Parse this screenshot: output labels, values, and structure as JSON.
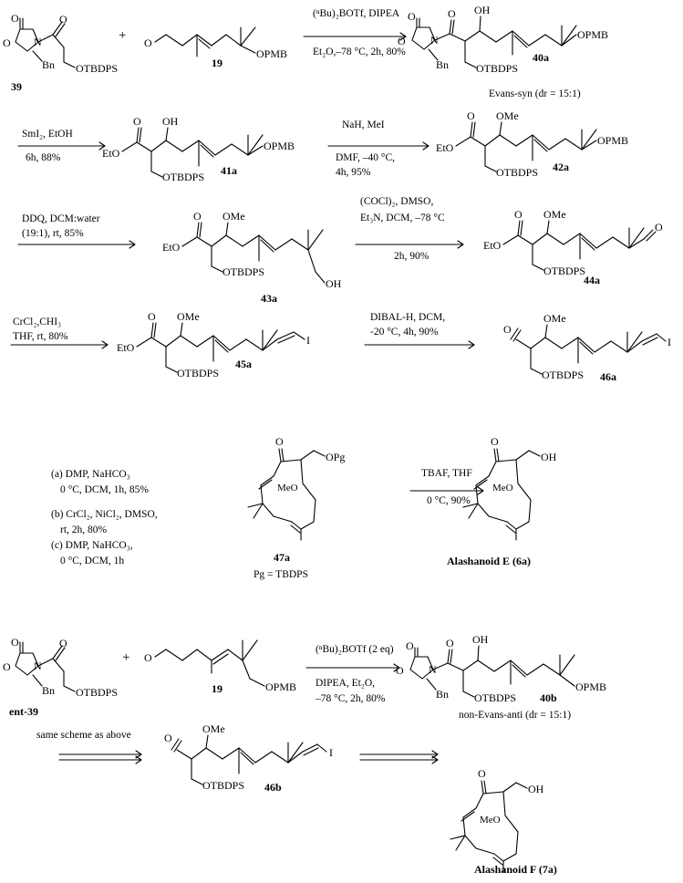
{
  "atoms": {
    "O": "O",
    "N": "N",
    "OH": "OH",
    "OMe": "OMe",
    "MeO": "MeO",
    "Bn": "Bn",
    "OPMB": "OPMB",
    "OTBDPS": "OTBDPS",
    "EtO": "EtO",
    "I": "I",
    "OPg": "OPg"
  },
  "compounds": {
    "c39": "39",
    "c19": "19",
    "c40a": "40a",
    "c41a": "41a",
    "c42a": "42a",
    "c43a": "43a",
    "c44a": "44a",
    "c45a": "45a",
    "c46a": "46a",
    "c47a": "47a",
    "c6a": "Alashanoid E (6a)",
    "ent39": "ent-39",
    "c19b": "19",
    "c40b": "40b",
    "c46b": "46b",
    "c7a": "Alashanoid F (7a)"
  },
  "plus": "+",
  "conditions": {
    "r1_a": "(ⁿBu)₂BOTf, DIPEA",
    "r1_b": "Et₂O,–78 °C, 2h, 80%",
    "r2_a": "SmI₂, EtOH",
    "r2_b": "6h, 88%",
    "r3_a": "NaH, MeI",
    "r3_b": "DMF, –40 °C,",
    "r3_c": "4h, 95%",
    "r4_a": "DDQ, DCM:water",
    "r4_b": "(19:1), rt, 85%",
    "r5_a": "(COCl)₂, DMSO,",
    "r5_b": "Et₃N, DCM, –78 °C",
    "r5_c": "2h, 90%",
    "r6_a": "CrCl₂,CHI₃",
    "r6_b": "THF, rt, 80%",
    "r7_a": "DIBAL-H, DCM,",
    "r7_b": "-20 °C, 4h, 90%",
    "r8_a": "(a) DMP, NaHCO₃",
    "r8_b": "0 °C, DCM, 1h, 85%",
    "r8_c": "(b) CrCl₂, NiCl₂, DMSO,",
    "r8_d": "rt, 2h, 80%",
    "r8_e": "(c) DMP, NaHCO₃,",
    "r8_f": "0 °C, DCM, 1h",
    "r9_a": "TBAF, THF",
    "r9_b": "0 °C, 90%",
    "r10_a": "(ⁿBu)₂BOTf (2 eq)",
    "r10_b": "DIPEA, Et₂O,",
    "r10_c": "–78 °C, 2h, 80%",
    "r11_a": "same scheme as above"
  },
  "captions": {
    "evans_syn": "Evans-syn (dr = 15:1)",
    "pg_def": "Pg = TBDPS",
    "non_evans": "non-Evans-anti (dr = 15:1)"
  }
}
